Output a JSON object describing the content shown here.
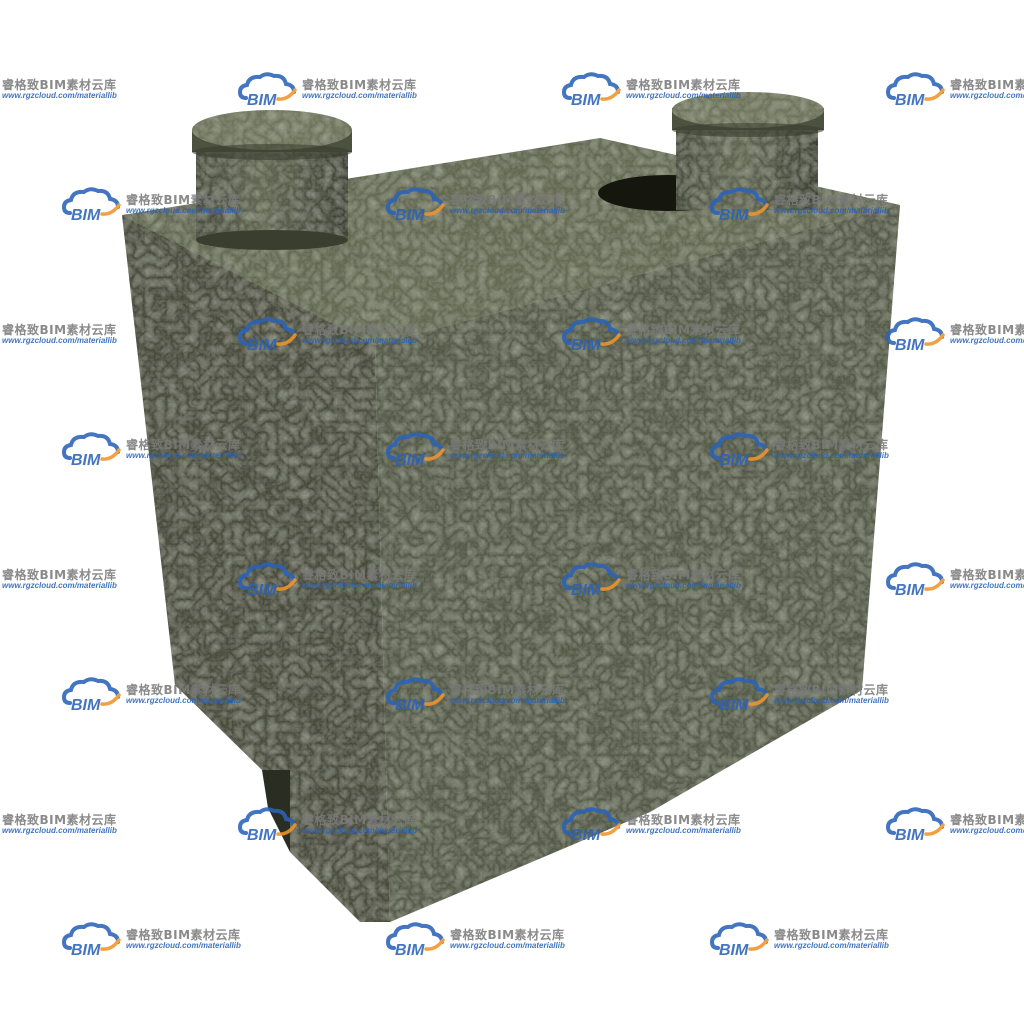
{
  "scene": {
    "subject": "concrete-tank-3d-model",
    "background_color": "#ffffff",
    "concrete_light": "#6b7058",
    "concrete_mid": "#4f5440",
    "concrete_dark": "#34382a",
    "shadow_color": "#15170f"
  },
  "watermark": {
    "logo_text": "BIM",
    "name": "睿格致BIM素材云库",
    "url": "www.rgzcloud.com/materiallib",
    "logo_blue": "#2a63b8",
    "logo_orange": "#f0952a"
  }
}
